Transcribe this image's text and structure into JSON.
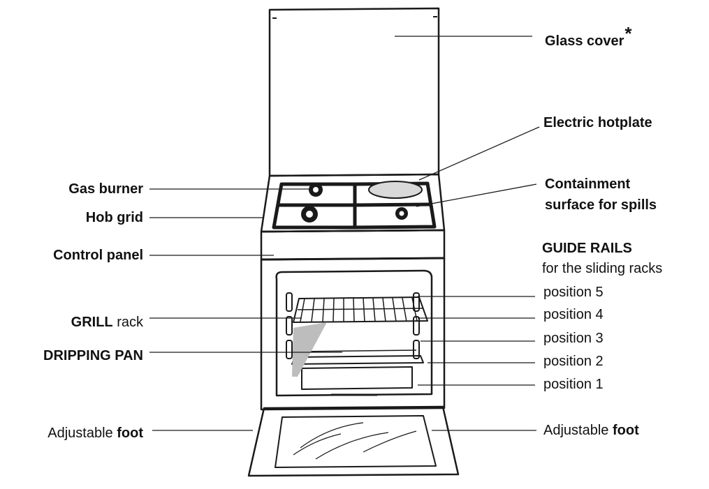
{
  "labels": {
    "glass_cover": "Glass cover",
    "glass_cover_mark": "*",
    "electric_hotplate": "Electric hotplate",
    "containment_line1": "Containment",
    "containment_line2": "surface for spills",
    "guide_rails_title": "GUIDE RAILS",
    "guide_rails_sub": "for the sliding racks",
    "position_5": "position 5",
    "position_4": "position 4",
    "position_3": "position 3",
    "position_2": "position 2",
    "position_1": "position 1",
    "gas_burner": "Gas burner",
    "hob_grid": "Hob grid",
    "control_panel": "Control panel",
    "grill_bold": "GRILL",
    "grill_rest": " rack",
    "dripping_pan": "DRIPPING PAN",
    "foot_left_pre": "Adjustable ",
    "foot_left_bold": "foot",
    "foot_right_pre": "Adjustable ",
    "foot_right_bold": "foot"
  },
  "colors": {
    "line": "#1a1a1a",
    "shade": "#bdbdbd",
    "hotplate": "#d9d9d9"
  }
}
